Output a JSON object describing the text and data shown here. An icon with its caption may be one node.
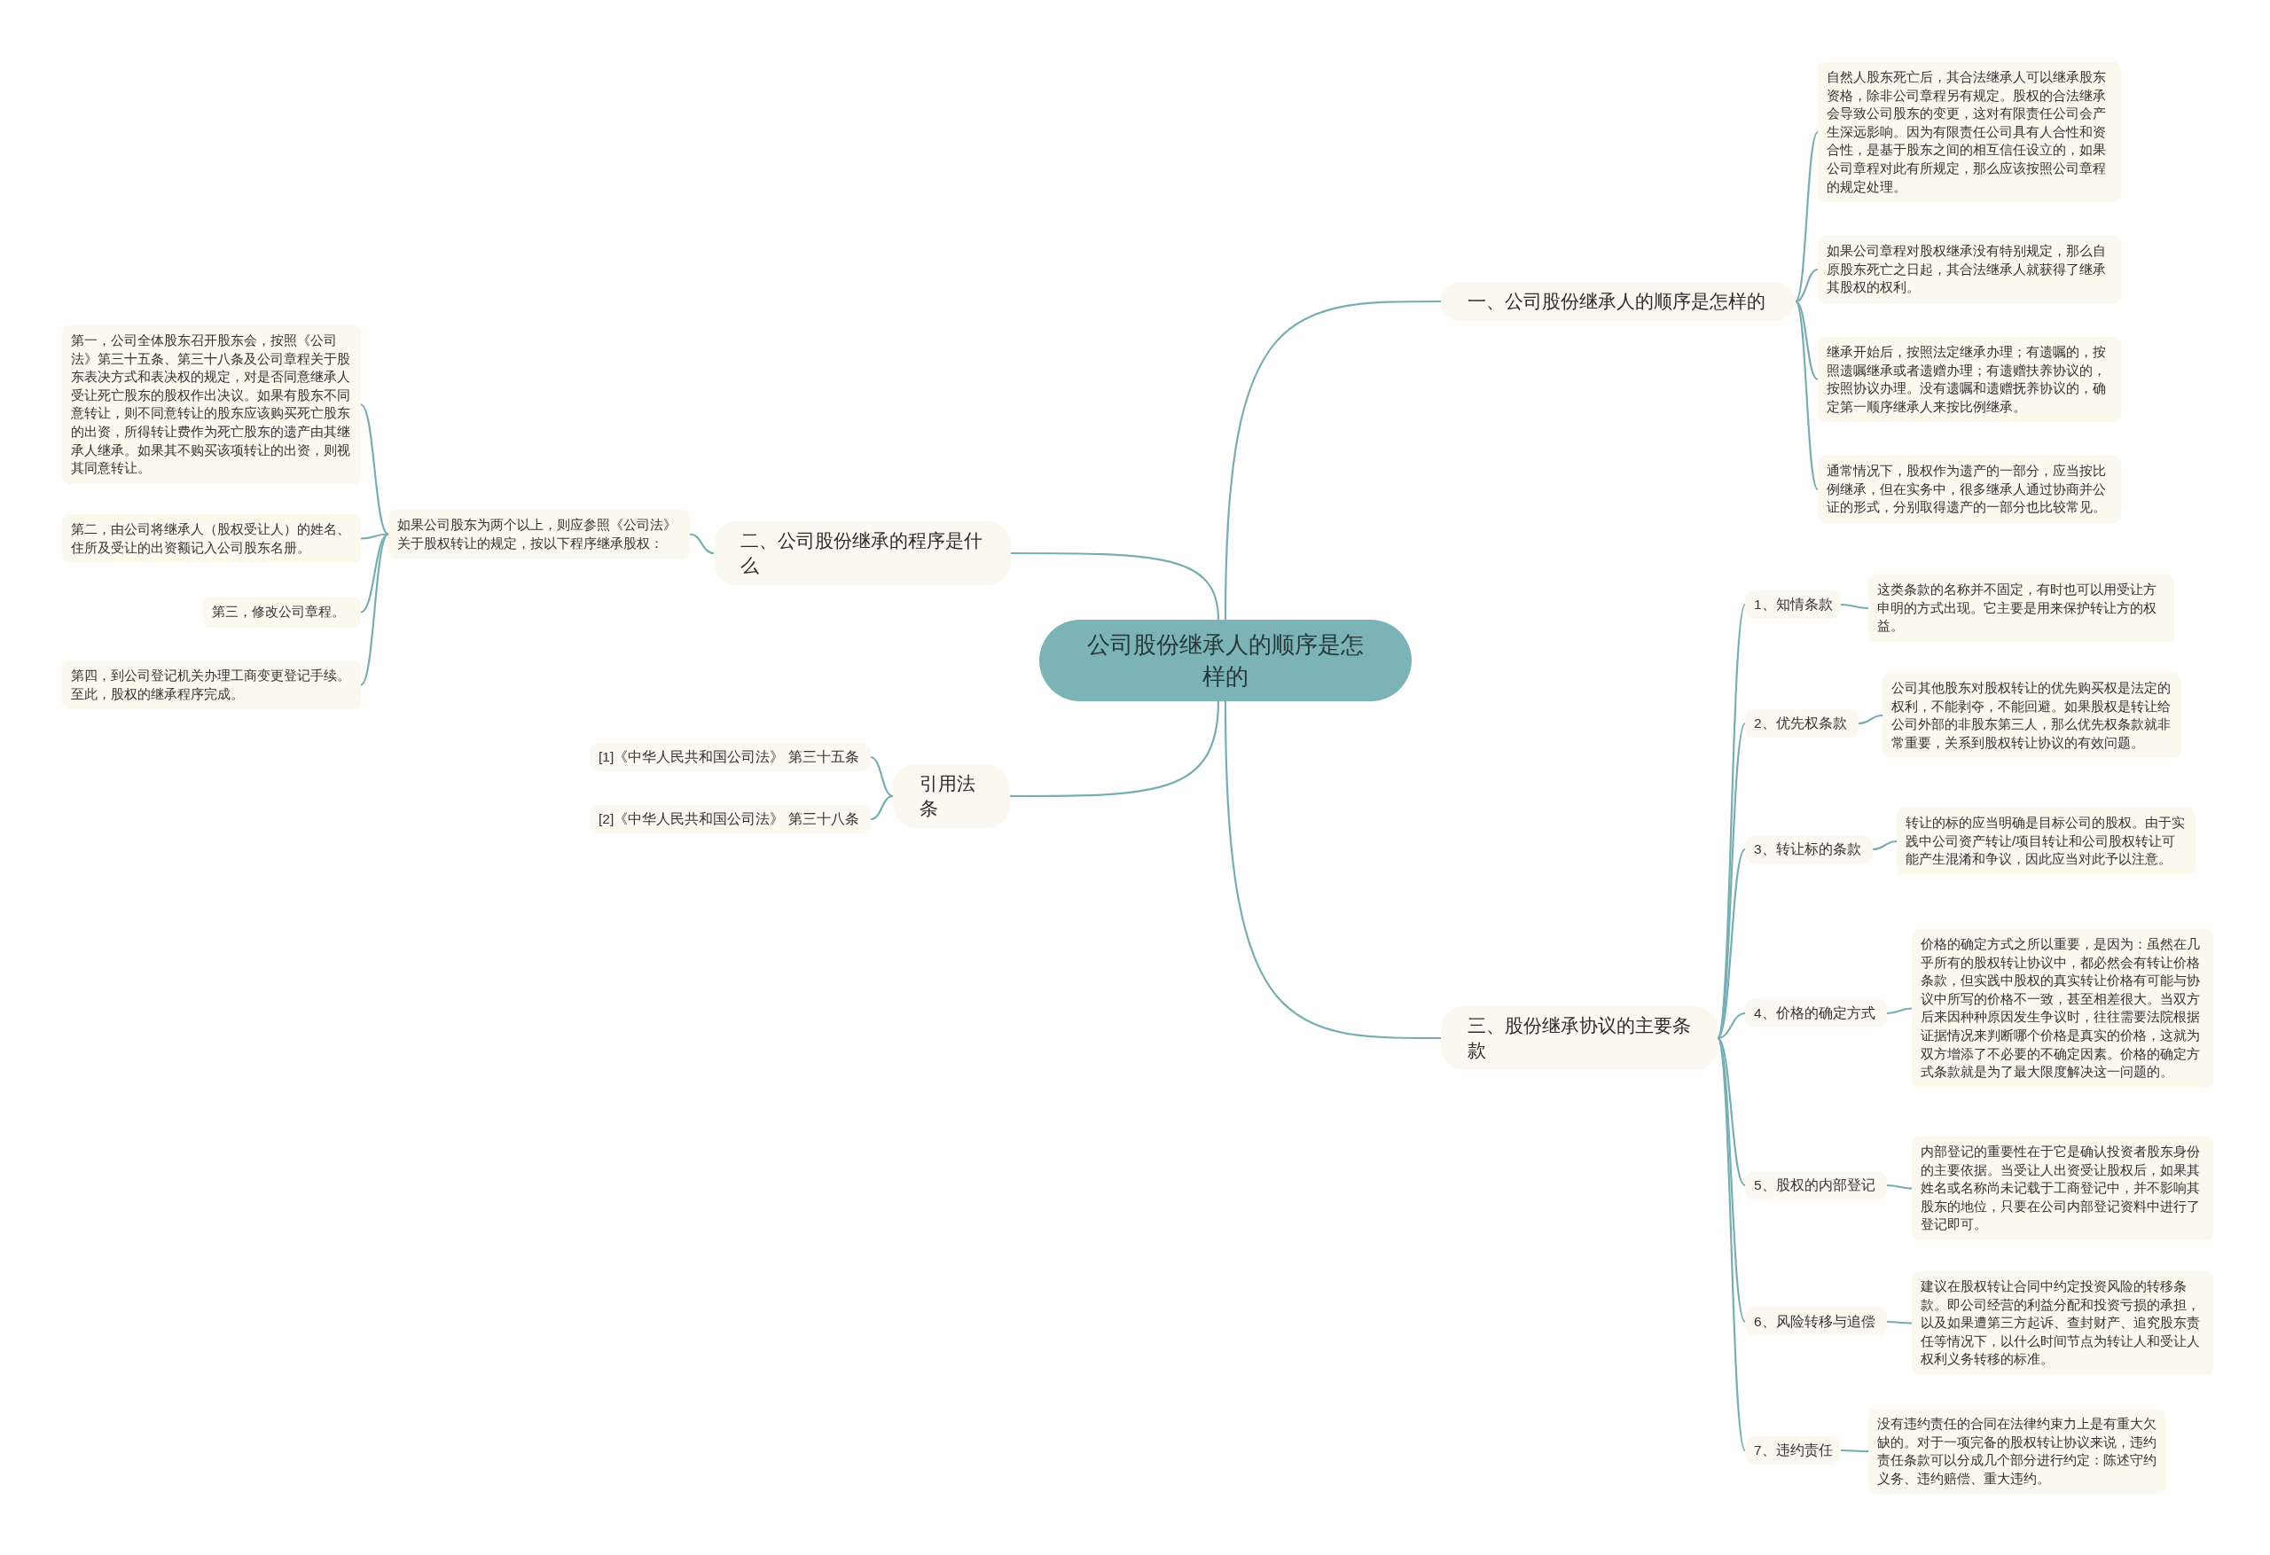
{
  "diagram": {
    "nodes": [
      {
        "text": [
          "公司股份继承人的顺序是怎样的"
        ]
      },
      {
        "text": [
          "一、公司股份继承人的顺序是怎样的"
        ]
      },
      {
        "text": [
          "自然人股东死亡后，其合法继承人可以继承股东资格，除非公司章程另有规定。股权的合法继承会导致公司股东的变更，这对有限责任公司会产生深远影响。因为有限责任公司具有人合性和资合性，是基于股东之间的相互信任设立的，如果公司章程对此有所规定，那么应该按照公司章程的规定处理。"
        ]
      },
      {
        "text": [
          "如果公司章程对股权继承没有特别规定，那么自原股东死亡之日起，其合法继承人就获得了继承其股权的权利。"
        ]
      },
      {
        "text": [
          "继承开始后，按照法定继承办理；有遗嘱的，按照遗嘱继承或者遗赠办理；有遗赠扶养协议的，按照协议办理。没有遗嘱和遗赠抚养协议的，确定第一顺序继承人来按比例继承。"
        ]
      },
      {
        "text": [
          "通常情况下，股权作为遗产的一部分，应当按比例继承，但在实务中，很多继承人通过协商并公证的形式，分别取得遗产的一部分也比较常见。"
        ]
      },
      {
        "text": [
          "二、公司股份继承的程序是什么"
        ]
      },
      {
        "text": [
          "如果公司股东为两个以上，则应参照《公司法》关于股权转让的规定，按以下程序继承股权："
        ]
      },
      {
        "text": [
          "第一，公司全体股东召开股东会，按照《公司法》第三十五条、第三十八条及公司章程关于股东表决方式和表决权的规定，对是否同意继承人受让死亡股东的股权作出决议。如果有股东不同意转让，则不同意转让的股东应该购买死亡股东的出资，所得转让费作为死亡股东的遗产由其继承人继承。如果其不购买该项转让的出资，则视其同意转让。"
        ]
      },
      {
        "text": [
          "第二，由公司将继承人（股权受让人）的姓名、住所及受让的出资额记入公司股东名册。"
        ]
      },
      {
        "text": [
          "第三，修改公司章程。"
        ]
      },
      {
        "text": [
          "第四，到公司登记机关办理工商变更登记手续。至此，股权的继承程序完成。"
        ]
      },
      {
        "text": [
          "引用法条"
        ]
      },
      {
        "text": [
          "[1]《中华人民共和国公司法》 第三十五条"
        ]
      },
      {
        "text": [
          "[2]《中华人民共和国公司法》 第三十八条"
        ]
      },
      {
        "text": [
          "三、股份继承协议的主要条款"
        ]
      },
      {
        "text": [
          "1、知情条款"
        ]
      },
      {
        "text": [
          "这类条款的名称并不固定，有时也可以用受让方申明的方式出现。它主要是用来保护转让方的权益。"
        ]
      },
      {
        "text": [
          "2、优先权条款"
        ]
      },
      {
        "text": [
          "公司其他股东对股权转让的优先购买权是法定的权利，不能剥夺，不能回避。如果股权是转让给公司外部的非股东第三人，那么优先权条款就非常重要，关系到股权转让协议的有效问题。"
        ]
      },
      {
        "text": [
          "3、转让标的条款"
        ]
      },
      {
        "text": [
          "转让的标的应当明确是目标公司的股权。由于实践中公司资产转让/项目转让和公司股权转让可能产生混淆和争议，因此应当对此予以注意。"
        ]
      },
      {
        "text": [
          "4、价格的确定方式"
        ]
      },
      {
        "text": [
          "价格的确定方式之所以重要，是因为：虽然在几乎所有的股权转让协议中，都必然会有转让价格条款，但实践中股权的真实转让价格有可能与协议中所写的价格不一致，甚至相差很大。当双方后来因种种原因发生争议时，往往需要法院根据证据情况来判断哪个价格是真实的价格，这就为双方增添了不必要的不确定因素。价格的确定方式条款就是为了最大限度解决这一问题的。"
        ]
      },
      {
        "text": [
          "5、股权的内部登记"
        ]
      },
      {
        "text": [
          "内部登记的重要性在于它是确认投资者股东身份的主要依据。当受让人出资受让股权后，如果其姓名或名称尚未记载于工商登记中，并不影响其股东的地位，只要在公司内部登记资料中进行了登记即可。"
        ]
      },
      {
        "text": [
          "6、风险转移与追偿"
        ]
      },
      {
        "text": [
          "建议在股权转让合同中约定投资风险的转移条款。即公司经营的利益分配和投资亏损的承担，以及如果遭第三方起诉、查封财产、追究股东责任等情况下，以什么时间节点为转让人和受让人权利义务转移的标准。"
        ]
      },
      {
        "text": [
          "7、违约责任"
        ]
      },
      {
        "text": [
          "没有违约责任的合同在法律约束力上是有重大欠缺的。对于一项完备的股权转让协议来说，违约责任条款可以分成几个部分进行约定：陈述守约义务、违约赔偿、重大违约。"
        ]
      }
    ],
    "edges": [
      {
        "from": 0,
        "to": 1,
        "arrow": "none"
      },
      {
        "from": 1,
        "to": 2,
        "arrow": "none"
      },
      {
        "from": 1,
        "to": 3,
        "arrow": "none"
      },
      {
        "from": 1,
        "to": 4,
        "arrow": "none"
      },
      {
        "from": 1,
        "to": 5,
        "arrow": "none"
      },
      {
        "from": 0,
        "to": 6,
        "arrow": "none"
      },
      {
        "from": 6,
        "to": 7,
        "arrow": "none"
      },
      {
        "from": 7,
        "to": 8,
        "arrow": "none"
      },
      {
        "from": 7,
        "to": 9,
        "arrow": "none"
      },
      {
        "from": 7,
        "to": 10,
        "arrow": "none"
      },
      {
        "from": 7,
        "to": 11,
        "arrow": "none"
      },
      {
        "from": 0,
        "to": 12,
        "arrow": "none"
      },
      {
        "from": 12,
        "to": 13,
        "arrow": "none"
      },
      {
        "from": 12,
        "to": 14,
        "arrow": "none"
      },
      {
        "from": 0,
        "to": 15,
        "arrow": "none"
      },
      {
        "from": 15,
        "to": 16,
        "arrow": "none"
      },
      {
        "from": 16,
        "to": 17,
        "arrow": "none"
      },
      {
        "from": 15,
        "to": 18,
        "arrow": "none"
      },
      {
        "from": 18,
        "to": 19,
        "arrow": "none"
      },
      {
        "from": 15,
        "to": 20,
        "arrow": "none"
      },
      {
        "from": 20,
        "to": 21,
        "arrow": "none"
      },
      {
        "from": 15,
        "to": 22,
        "arrow": "none"
      },
      {
        "from": 22,
        "to": 23,
        "arrow": "none"
      },
      {
        "from": 15,
        "to": 24,
        "arrow": "none"
      },
      {
        "from": 24,
        "to": 25,
        "arrow": "none"
      },
      {
        "from": 15,
        "to": 26,
        "arrow": "none"
      },
      {
        "from": 26,
        "to": 27,
        "arrow": "none"
      },
      {
        "from": 15,
        "to": 28,
        "arrow": "none"
      },
      {
        "from": 28,
        "to": 29,
        "arrow": "none"
      }
    ]
  }
}
